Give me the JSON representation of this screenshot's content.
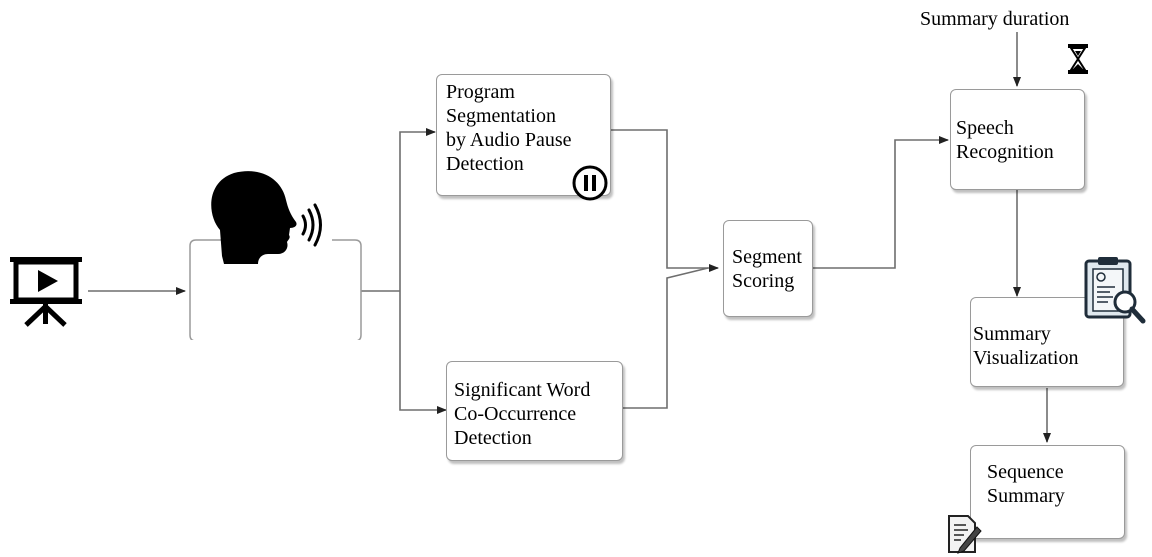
{
  "top_input": {
    "label": "Summary duration"
  },
  "nodes": {
    "program_segmentation": {
      "label": "Program\nSegmentation\nby Audio Pause\nDetection"
    },
    "word_cooccurrence": {
      "label": "Significant Word\nCo-Occurrence\nDetection"
    },
    "segment_scoring": {
      "label": "Segment\nScoring"
    },
    "speech_recognition": {
      "label": "Speech\nRecognition"
    },
    "summary_visualization": {
      "label": "Summary\nVisualization"
    },
    "sequence_summary": {
      "label": "Sequence\nSummary"
    }
  },
  "icons": [
    "video-presentation-icon",
    "speaking-head-icon",
    "pause-icon",
    "hourglass-icon",
    "clipboard-search-icon",
    "document-edit-icon"
  ],
  "colors": {
    "line": "#6e6e6e",
    "box_border": "#9a9a9a",
    "icon": "#000000"
  }
}
